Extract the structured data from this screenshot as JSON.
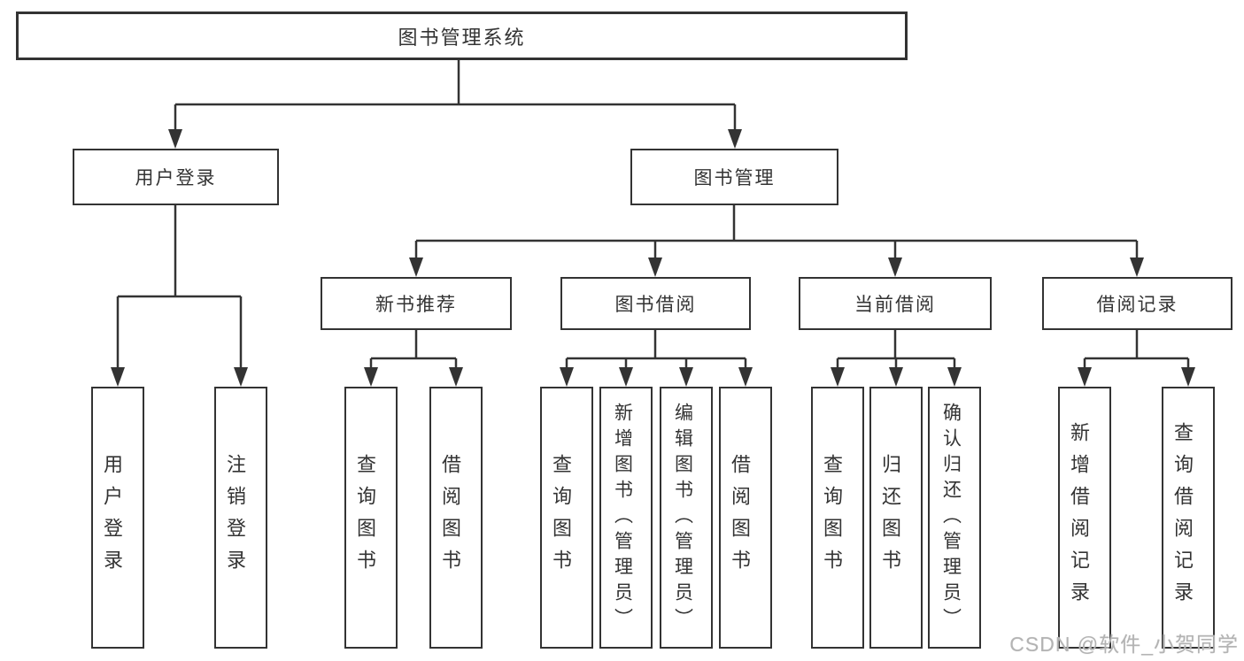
{
  "diagram_type": "hierarchy-tree",
  "structure": {
    "label": "图书管理系统",
    "children": [
      {
        "label": "用户登录",
        "children": [
          {
            "label": "用户登录"
          },
          {
            "label": "注销登录"
          }
        ]
      },
      {
        "label": "图书管理",
        "children": [
          {
            "label": "新书推荐",
            "children": [
              {
                "label": "查询图书"
              },
              {
                "label": "借阅图书"
              }
            ]
          },
          {
            "label": "图书借阅",
            "children": [
              {
                "label": "查询图书"
              },
              {
                "label": "新增图书（管理员）"
              },
              {
                "label": "编辑图书（管理员）"
              },
              {
                "label": "借阅图书"
              }
            ]
          },
          {
            "label": "当前借阅",
            "children": [
              {
                "label": "查询图书"
              },
              {
                "label": "归还图书"
              },
              {
                "label": "确认归还（管理员）"
              }
            ]
          },
          {
            "label": "借阅记录",
            "children": [
              {
                "label": "新增借阅记录"
              },
              {
                "label": "查询借阅记录"
              }
            ]
          }
        ]
      }
    ]
  },
  "watermark": "CSDN @软件_小贺同学",
  "colors": {
    "background": "#ffffff",
    "box_border": "#333333",
    "line": "#333333",
    "text": "#333333",
    "watermark": "#b3b3b3"
  }
}
